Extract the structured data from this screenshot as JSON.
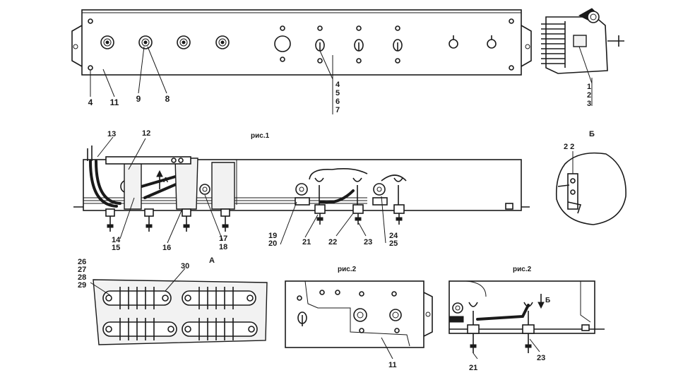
{
  "captions": {
    "fig1": "рис.1",
    "fig2a": "рис.2",
    "fig2b": "рис.2",
    "view_a": "А",
    "view_b": "Б",
    "arrow_a": "А",
    "arrow_b": "Б"
  },
  "callouts": {
    "c1": "1",
    "c2": "2",
    "c3": "3",
    "c4": "4",
    "c8": "8",
    "c9": "9",
    "c11": "11",
    "c4s": "4",
    "c5s": "5",
    "c6s": "6",
    "c7s": "7",
    "c12": "12",
    "c13": "13",
    "c14": "14",
    "c15": "15",
    "c16": "16",
    "c17": "17",
    "c18": "18",
    "c19": "19",
    "c20": "20",
    "c21": "21",
    "c22": "22",
    "c23": "23",
    "c24": "24",
    "c25": "25",
    "c22b": "2 2",
    "c26": "26",
    "c27": "27",
    "c28": "28",
    "c29": "29",
    "c30": "30",
    "c11b": "11",
    "c21b": "21",
    "c23b": "23"
  }
}
